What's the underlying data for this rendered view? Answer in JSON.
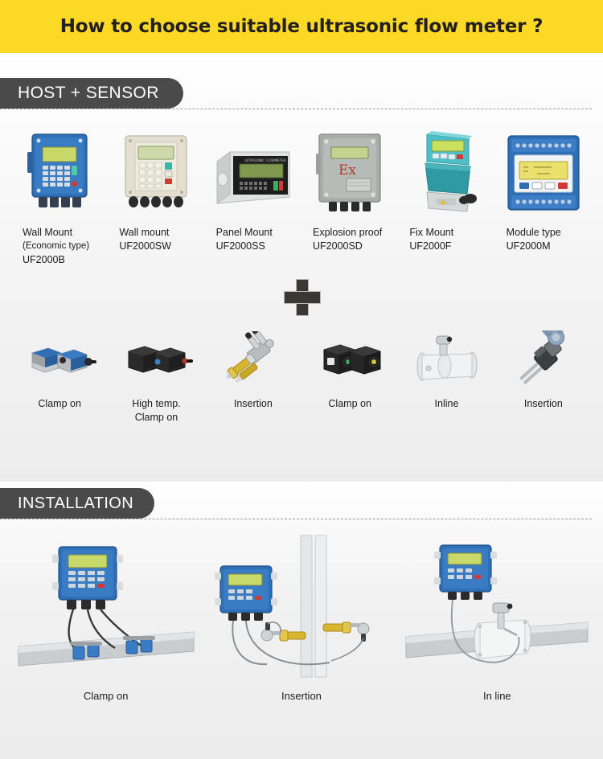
{
  "banner": {
    "title": "How to choose suitable ultrasonic flow meter ?"
  },
  "sections": {
    "host": {
      "pill_label": "HOST + SENSOR"
    },
    "installation": {
      "pill_label": "INSTALLATION"
    }
  },
  "divider": {
    "symbol": "plus-sign"
  },
  "hosts": [
    {
      "name": "Wall Mount",
      "sub": "(Economic type)",
      "model": "UF2000B",
      "icon": "wall-mount-blue-meter"
    },
    {
      "name": "Wall mount",
      "sub": "",
      "model": "UF2000SW",
      "icon": "wall-mount-beige-meter"
    },
    {
      "name": "Panel Mount",
      "sub": "",
      "model": "UF2000SS",
      "icon": "panel-mount-meter"
    },
    {
      "name": "Explosion proof",
      "sub": "",
      "model": "UF2000SD",
      "icon": "explosion-proof-meter"
    },
    {
      "name": "Fix Mount",
      "sub": "",
      "model": "UF2000F",
      "icon": "fix-mount-meter"
    },
    {
      "name": "Module type",
      "sub": "",
      "model": "UF2000M",
      "icon": "module-type-meter"
    }
  ],
  "sensors": [
    {
      "label": "Clamp on",
      "label2": "",
      "icon": "clamp-on-transducer-blue"
    },
    {
      "label": "High temp.",
      "label2": "Clamp on",
      "icon": "high-temp-clamp-on-transducer"
    },
    {
      "label": "Insertion",
      "label2": "",
      "icon": "insertion-transducer-brass"
    },
    {
      "label": "Clamp on",
      "label2": "",
      "icon": "clamp-on-transducer-black"
    },
    {
      "label": "Inline",
      "label2": "",
      "icon": "inline-flow-tube"
    },
    {
      "label": "Insertion",
      "label2": "",
      "icon": "insertion-probe-assembly"
    }
  ],
  "installations": [
    {
      "label": "Clamp on",
      "icon": "install-clamp-on-diagram"
    },
    {
      "label": "Insertion",
      "icon": "install-insertion-diagram"
    },
    {
      "label": "In line",
      "icon": "install-inline-diagram"
    }
  ],
  "colors": {
    "banner_bg": "#fcd925",
    "pill_bg": "#4a4a4a",
    "meter_blue": "#2f6fb5",
    "meter_beige": "#e3ded0",
    "meter_teal": "#2f9aa3",
    "lcd_green": "#c8d96a",
    "lcd_yellow": "#e8e06a",
    "brass": "#d7b52e",
    "ex_red": "#c0392b",
    "pipe_gray": "#c9cdd0",
    "text": "#1c1c1c"
  }
}
